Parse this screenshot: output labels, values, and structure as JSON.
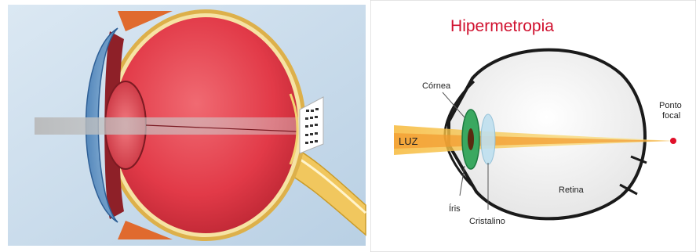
{
  "right_panel": {
    "title": "Hipermetropia",
    "labels": {
      "cornea": "Córnea",
      "light": "LUZ",
      "iris": "Íris",
      "lens": "Cristalino",
      "retina": "Retina",
      "focal_point_line1": "Ponto",
      "focal_point_line2": "focal"
    }
  },
  "colors": {
    "title": "#d0102e",
    "light_beam": "#f6c84a",
    "focal_point": "#e0102a",
    "cornea_green": "#3aa860",
    "lens_blue": "#bfe0ef",
    "eyeball_red": "#e43c4a",
    "left_background": "#cfe0ee"
  }
}
